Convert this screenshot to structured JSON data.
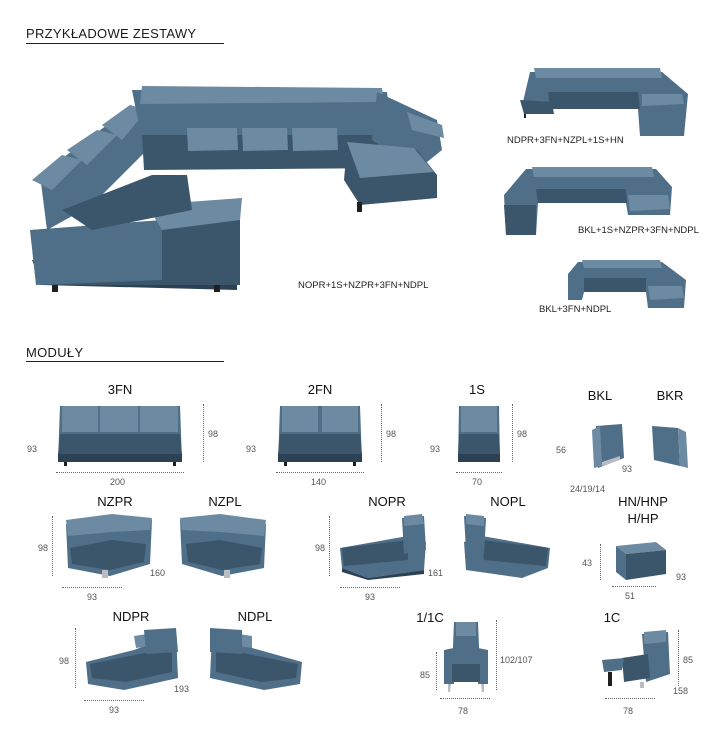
{
  "sections": {
    "sets_heading": "PRZYKŁADOWE ZESTAWY",
    "modules_heading": "MODUŁY"
  },
  "sets": {
    "main_label": "NOPR+1S+NZPR+3FN+NDPL",
    "set1_label": "NDPR+3FN+NZPL+1S+HN",
    "set2_label": "BKL+1S+NZPR+3FN+NDPL",
    "set3_label": "BKL+3FN+NDPL"
  },
  "modules": {
    "m3fn": {
      "name": "3FN",
      "depth": "93",
      "height": "98",
      "width": "200"
    },
    "m2fn": {
      "name": "2FN",
      "depth": "93",
      "height": "98",
      "width": "140"
    },
    "m1s": {
      "name": "1S",
      "depth": "93",
      "height": "98",
      "width": "70"
    },
    "bkl": {
      "name": "BKL",
      "height": "56",
      "depth": "93",
      "width": "24/19/14"
    },
    "bkr": {
      "name": "BKR"
    },
    "nzpr": {
      "name": "NZPR",
      "height": "98",
      "width": "93",
      "diag": "160"
    },
    "nzpl": {
      "name": "NZPL"
    },
    "nopr": {
      "name": "NOPR",
      "height": "98",
      "width": "93",
      "diag": "161"
    },
    "nopl": {
      "name": "NOPL"
    },
    "hn": {
      "name": "HN/HNP",
      "name2": "H/HP",
      "height": "43",
      "width": "51",
      "depth": "93"
    },
    "ndpr": {
      "name": "NDPR",
      "height": "98",
      "width": "93",
      "diag": "193"
    },
    "ndpl": {
      "name": "NDPL"
    },
    "c11": {
      "name": "1/1C",
      "height": "85",
      "height2": "102/107",
      "width": "78"
    },
    "c1": {
      "name": "1C",
      "height": "85",
      "width": "78",
      "depth": "158"
    }
  }
}
